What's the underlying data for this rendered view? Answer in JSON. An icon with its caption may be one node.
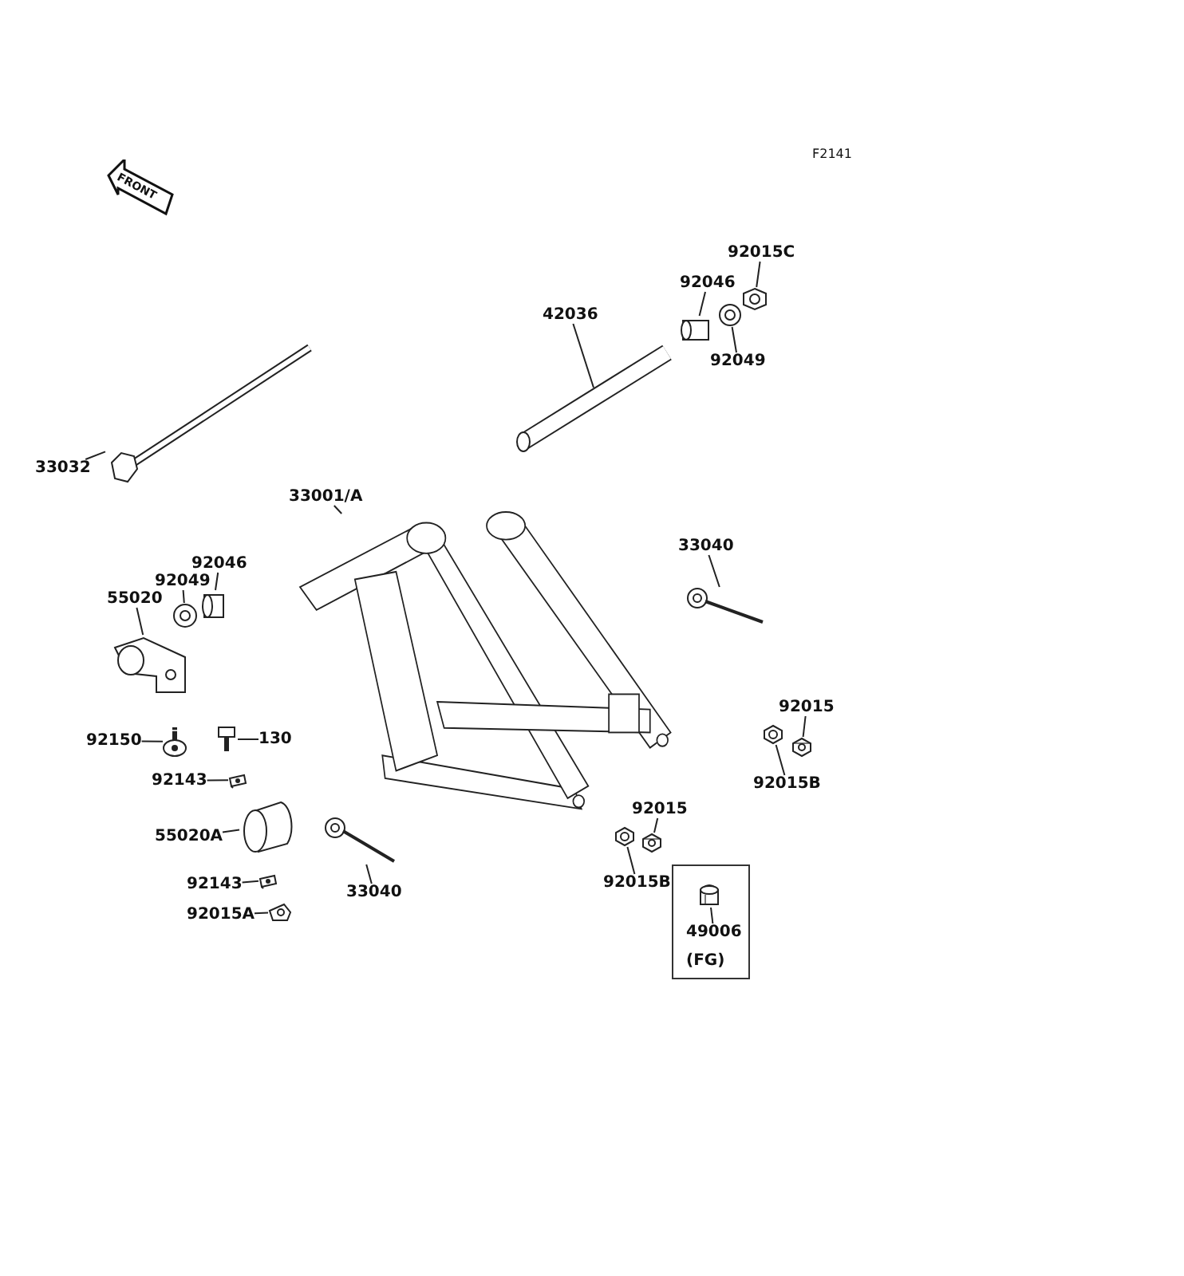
{
  "diagram": {
    "nodes": [
      {
        "text": [],
        "shape": "picture"
      },
      {
        "text": [
          "33001/A"
        ]
      },
      {
        "text": [],
        "shape": "picture"
      },
      {
        "text": [
          "33032"
        ]
      },
      {
        "text": [],
        "shape": "picture"
      },
      {
        "text": [
          "42036"
        ]
      },
      {
        "text": [],
        "shape": "picture"
      },
      {
        "text": [
          "92046"
        ]
      },
      {
        "text": [],
        "shape": "picture"
      },
      {
        "text": [
          "92049"
        ]
      },
      {
        "text": [],
        "shape": "picture"
      },
      {
        "text": [
          "92015C"
        ]
      },
      {
        "text": [],
        "shape": "picture"
      },
      {
        "text": [
          "33040"
        ]
      },
      {
        "text": [],
        "shape": "picture"
      },
      {
        "text": [
          "92015"
        ]
      },
      {
        "text": [],
        "shape": "picture"
      },
      {
        "text": [
          "92015B"
        ]
      },
      {
        "text": [],
        "shape": "picture"
      },
      {
        "text": [
          "92015"
        ]
      },
      {
        "text": [],
        "shape": "picture"
      },
      {
        "text": [
          "92015B"
        ]
      },
      {
        "text": [
          "(FG)"
        ]
      },
      {
        "text": [],
        "shape": "picture",
        "in": 22
      },
      {
        "text": [
          "49006"
        ],
        "in": 22
      },
      {
        "text": [],
        "shape": "picture"
      },
      {
        "text": [
          "33040"
        ]
      },
      {
        "text": [],
        "shape": "picture"
      },
      {
        "text": [
          "55020"
        ]
      },
      {
        "text": [],
        "shape": "picture"
      },
      {
        "text": [
          "92049"
        ]
      },
      {
        "text": [],
        "shape": "picture"
      },
      {
        "text": [
          "92046"
        ]
      },
      {
        "text": [],
        "shape": "picture"
      },
      {
        "text": [
          "92150"
        ]
      },
      {
        "text": [],
        "shape": "picture"
      },
      {
        "text": [
          "130"
        ]
      },
      {
        "text": [],
        "shape": "picture"
      },
      {
        "text": [
          "92143"
        ]
      },
      {
        "text": [],
        "shape": "picture"
      },
      {
        "text": [
          "55020A"
        ]
      },
      {
        "text": [],
        "shape": "picture"
      },
      {
        "text": [
          "92143"
        ]
      },
      {
        "text": [],
        "shape": "picture"
      },
      {
        "text": [
          "92015A"
        ]
      }
    ],
    "edges": [
      {
        "from": 1,
        "to": 0,
        "arrow": "none"
      },
      {
        "from": 3,
        "to": 2,
        "arrow": "none"
      },
      {
        "from": 5,
        "to": 4,
        "arrow": "none"
      },
      {
        "from": 7,
        "to": 6,
        "arrow": "none"
      },
      {
        "from": 9,
        "to": 8,
        "arrow": "none"
      },
      {
        "from": 11,
        "to": 10,
        "arrow": "none"
      },
      {
        "from": 13,
        "to": 12,
        "arrow": "none"
      },
      {
        "from": 15,
        "to": 14,
        "arrow": "none"
      },
      {
        "from": 17,
        "to": 16,
        "arrow": "none"
      },
      {
        "from": 19,
        "to": 18,
        "arrow": "none"
      },
      {
        "from": 21,
        "to": 20,
        "arrow": "none"
      },
      {
        "from": 24,
        "to": 23,
        "arrow": "none"
      },
      {
        "from": 26,
        "to": 25,
        "arrow": "none"
      },
      {
        "from": 28,
        "to": 27,
        "arrow": "none"
      },
      {
        "from": 30,
        "to": 29,
        "arrow": "none"
      },
      {
        "from": 32,
        "to": 31,
        "arrow": "none"
      },
      {
        "from": 34,
        "to": 33,
        "arrow": "none"
      },
      {
        "from": 36,
        "to": 35,
        "arrow": "none"
      },
      {
        "from": 38,
        "to": 37,
        "arrow": "none"
      },
      {
        "from": 40,
        "to": 39,
        "arrow": "none"
      },
      {
        "from": 42,
        "to": 41,
        "arrow": "none"
      },
      {
        "from": 44,
        "to": 43,
        "arrow": "none"
      }
    ],
    "labels": [
      "F2141",
      "FRONT"
    ]
  }
}
